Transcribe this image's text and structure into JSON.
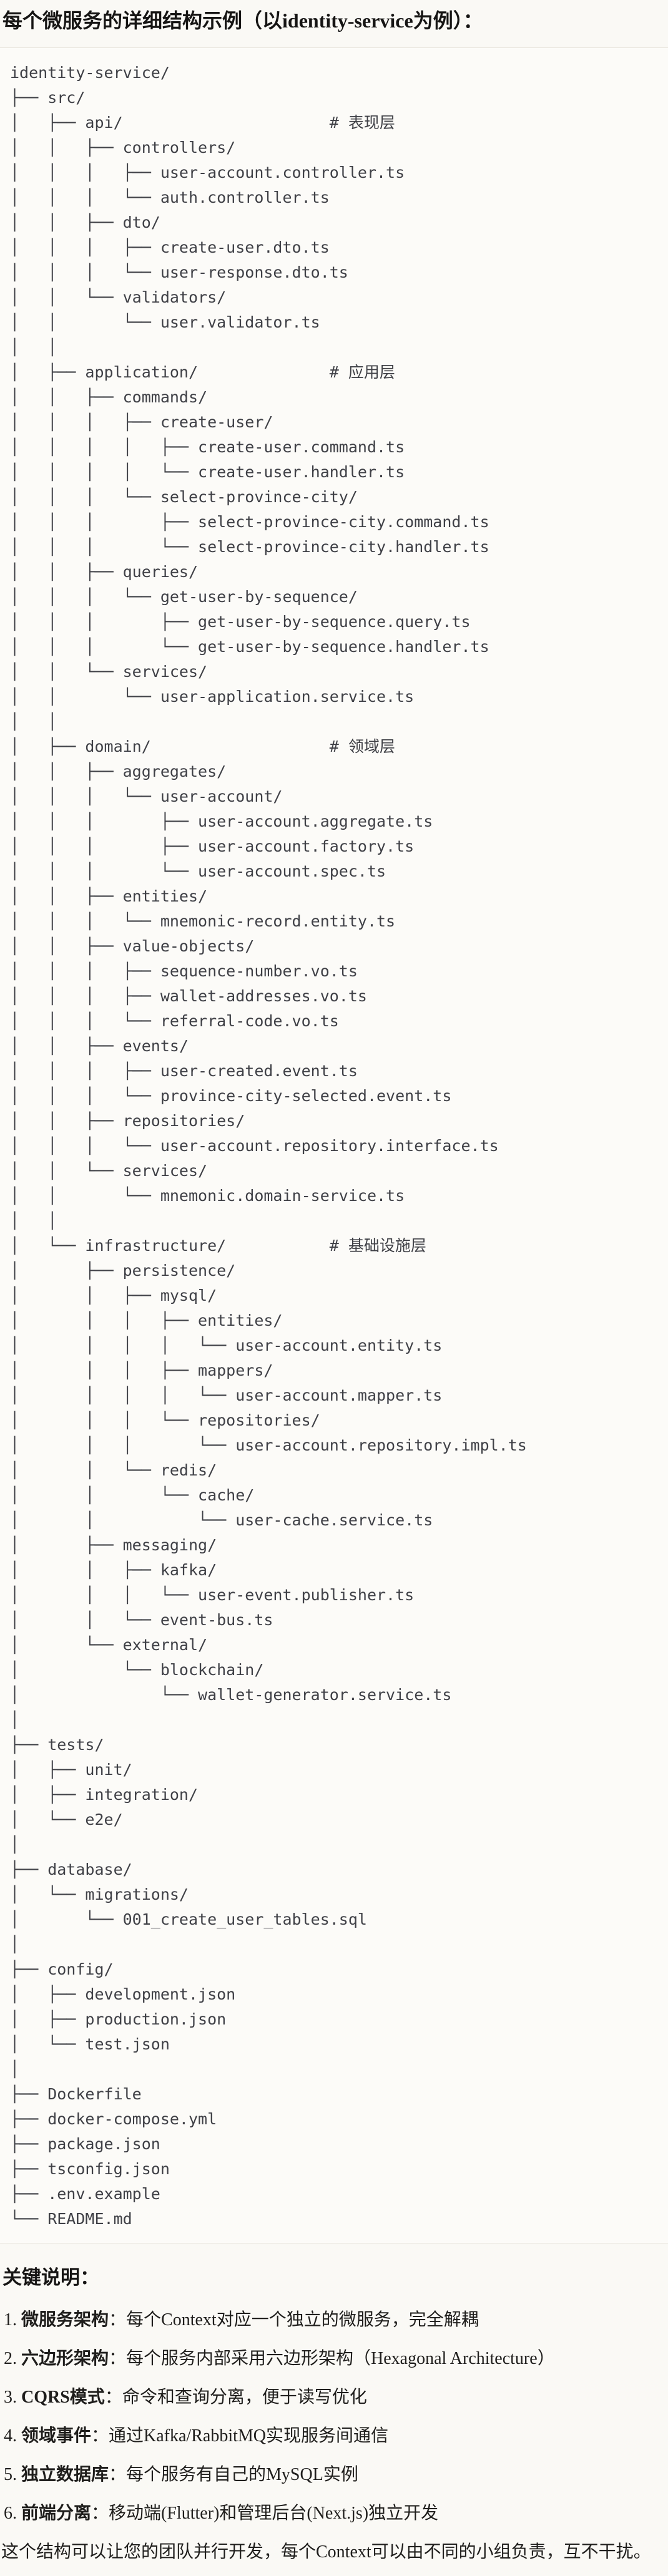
{
  "title": "每个微服务的详细结构示例（以identity-service为例）：",
  "tree": {
    "lines": [
      "identity-service/",
      "├── src/",
      "│   ├── api/                      # 表现层",
      "│   │   ├── controllers/",
      "│   │   │   ├── user-account.controller.ts",
      "│   │   │   └── auth.controller.ts",
      "│   │   ├── dto/",
      "│   │   │   ├── create-user.dto.ts",
      "│   │   │   └── user-response.dto.ts",
      "│   │   └── validators/",
      "│   │       └── user.validator.ts",
      "│   │",
      "│   ├── application/              # 应用层",
      "│   │   ├── commands/",
      "│   │   │   ├── create-user/",
      "│   │   │   │   ├── create-user.command.ts",
      "│   │   │   │   └── create-user.handler.ts",
      "│   │   │   └── select-province-city/",
      "│   │   │       ├── select-province-city.command.ts",
      "│   │   │       └── select-province-city.handler.ts",
      "│   │   ├── queries/",
      "│   │   │   └── get-user-by-sequence/",
      "│   │   │       ├── get-user-by-sequence.query.ts",
      "│   │   │       └── get-user-by-sequence.handler.ts",
      "│   │   └── services/",
      "│   │       └── user-application.service.ts",
      "│   │",
      "│   ├── domain/                   # 领域层",
      "│   │   ├── aggregates/",
      "│   │   │   └── user-account/",
      "│   │   │       ├── user-account.aggregate.ts",
      "│   │   │       ├── user-account.factory.ts",
      "│   │   │       └── user-account.spec.ts",
      "│   │   ├── entities/",
      "│   │   │   └── mnemonic-record.entity.ts",
      "│   │   ├── value-objects/",
      "│   │   │   ├── sequence-number.vo.ts",
      "│   │   │   ├── wallet-addresses.vo.ts",
      "│   │   │   └── referral-code.vo.ts",
      "│   │   ├── events/",
      "│   │   │   ├── user-created.event.ts",
      "│   │   │   └── province-city-selected.event.ts",
      "│   │   ├── repositories/",
      "│   │   │   └── user-account.repository.interface.ts",
      "│   │   └── services/",
      "│   │       └── mnemonic.domain-service.ts",
      "│   │",
      "│   └── infrastructure/           # 基础设施层",
      "│       ├── persistence/",
      "│       │   ├── mysql/",
      "│       │   │   ├── entities/",
      "│       │   │   │   └── user-account.entity.ts",
      "│       │   │   ├── mappers/",
      "│       │   │   │   └── user-account.mapper.ts",
      "│       │   │   └── repositories/",
      "│       │   │       └── user-account.repository.impl.ts",
      "│       │   └── redis/",
      "│       │       └── cache/",
      "│       │           └── user-cache.service.ts",
      "│       ├── messaging/",
      "│       │   ├── kafka/",
      "│       │   │   └── user-event.publisher.ts",
      "│       │   └── event-bus.ts",
      "│       └── external/",
      "│           └── blockchain/",
      "│               └── wallet-generator.service.ts",
      "│",
      "├── tests/",
      "│   ├── unit/",
      "│   ├── integration/",
      "│   └── e2e/",
      "│",
      "├── database/",
      "│   └── migrations/",
      "│       └── 001_create_user_tables.sql",
      "│",
      "├── config/",
      "│   ├── development.json",
      "│   ├── production.json",
      "│   └── test.json",
      "│",
      "├── Dockerfile",
      "├── docker-compose.yml",
      "├── package.json",
      "├── tsconfig.json",
      "├── .env.example",
      "└── README.md"
    ]
  },
  "notes": {
    "heading": "关键说明：",
    "items": [
      {
        "num": "1.",
        "label": "微服务架构",
        "sep": "：",
        "text": "每个Context对应一个独立的微服务，完全解耦"
      },
      {
        "num": "2.",
        "label": "六边形架构",
        "sep": "：",
        "text": "每个服务内部采用六边形架构（Hexagonal Architecture）"
      },
      {
        "num": "3.",
        "label": "CQRS模式",
        "sep": "：",
        "text": "命令和查询分离，便于读写优化"
      },
      {
        "num": "4.",
        "label": "领域事件",
        "sep": "：",
        "text": "通过Kafka/RabbitMQ实现服务间通信"
      },
      {
        "num": "5.",
        "label": "独立数据库",
        "sep": "：",
        "text": "每个服务有自己的MySQL实例"
      },
      {
        "num": "6.",
        "label": "前端分离",
        "sep": "：",
        "text": "移动端(Flutter)和管理后台(Next.js)独立开发"
      }
    ],
    "closing": "这个结构可以让您的团队并行开发，每个Context可以由不同的小组负责，互不干扰。"
  },
  "colors": {
    "page_bg": "#FAF9F5",
    "code_bg": "#FCFBF8",
    "code_border": "#E7E4DC",
    "tree_text": "#3F4046",
    "heading_text": "#161514",
    "body_text": "#1F1E1C"
  }
}
